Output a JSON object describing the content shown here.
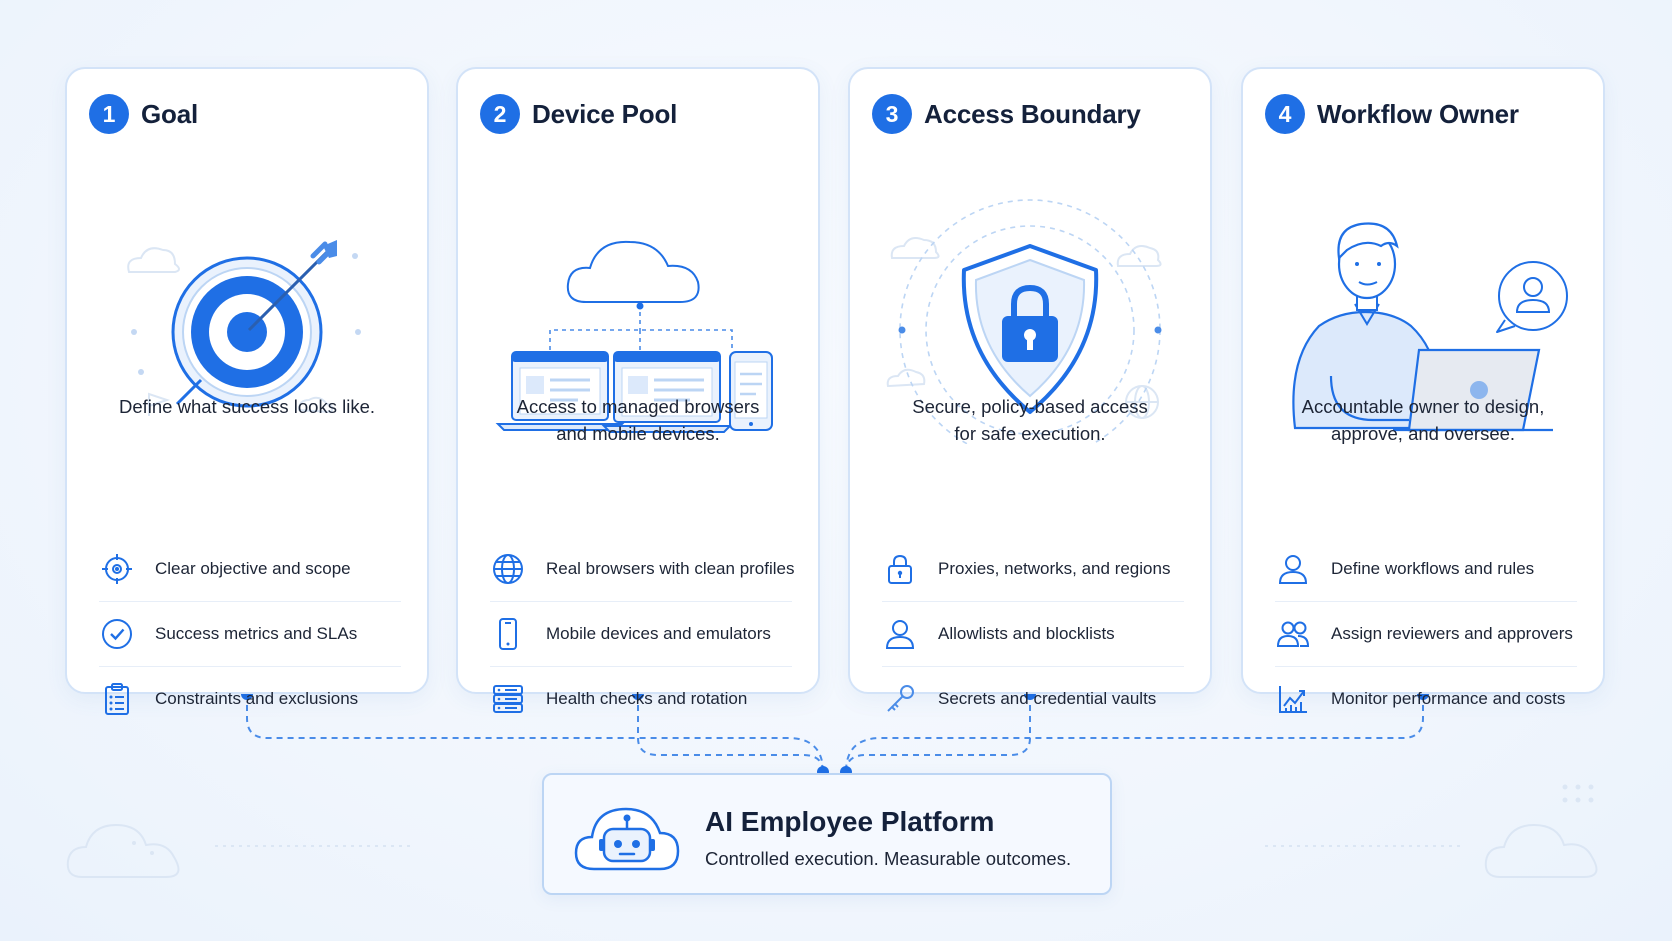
{
  "colors": {
    "accent": "#1f6fe5",
    "line": "#4a8ce8",
    "card_border": "#d3e3f8"
  },
  "cards": [
    {
      "number": "1",
      "title": "Goal",
      "illustration": "target-with-arrow",
      "description_lines": [
        "Define what success looks like."
      ],
      "features": [
        {
          "icon": "crosshair-icon",
          "label": "Clear objective and scope"
        },
        {
          "icon": "check-circle-icon",
          "label": "Success metrics and SLAs"
        },
        {
          "icon": "clipboard-list-icon",
          "label": "Constraints and exclusions"
        }
      ]
    },
    {
      "number": "2",
      "title": "Device Pool",
      "illustration": "cloud-with-devices",
      "description_lines": [
        "Access to managed browsers",
        "and mobile devices."
      ],
      "features": [
        {
          "icon": "globe-icon",
          "label": "Real browsers with clean profiles"
        },
        {
          "icon": "smartphone-icon",
          "label": "Mobile devices and emulators"
        },
        {
          "icon": "server-stack-icon",
          "label": "Health checks and rotation"
        }
      ]
    },
    {
      "number": "3",
      "title": "Access Boundary",
      "illustration": "shield-with-lock",
      "description_lines": [
        "Secure, policy-based access",
        "for safe execution."
      ],
      "features": [
        {
          "icon": "lock-icon",
          "label": "Proxies, networks, and regions"
        },
        {
          "icon": "user-icon",
          "label": "Allowlists and blocklists"
        },
        {
          "icon": "key-icon",
          "label": "Secrets and credential vaults"
        }
      ]
    },
    {
      "number": "4",
      "title": "Workflow Owner",
      "illustration": "person-at-laptop",
      "description_lines": [
        "Accountable owner to design,",
        "approve, and oversee."
      ],
      "features": [
        {
          "icon": "user-icon",
          "label": "Define workflows and rules"
        },
        {
          "icon": "users-icon",
          "label": "Assign reviewers and approvers"
        },
        {
          "icon": "chart-line-icon",
          "label": "Monitor performance and costs"
        }
      ]
    }
  ],
  "platform": {
    "icon": "robot-cloud-icon",
    "title": "AI Employee Platform",
    "subtitle": "Controlled execution. Measurable outcomes."
  }
}
